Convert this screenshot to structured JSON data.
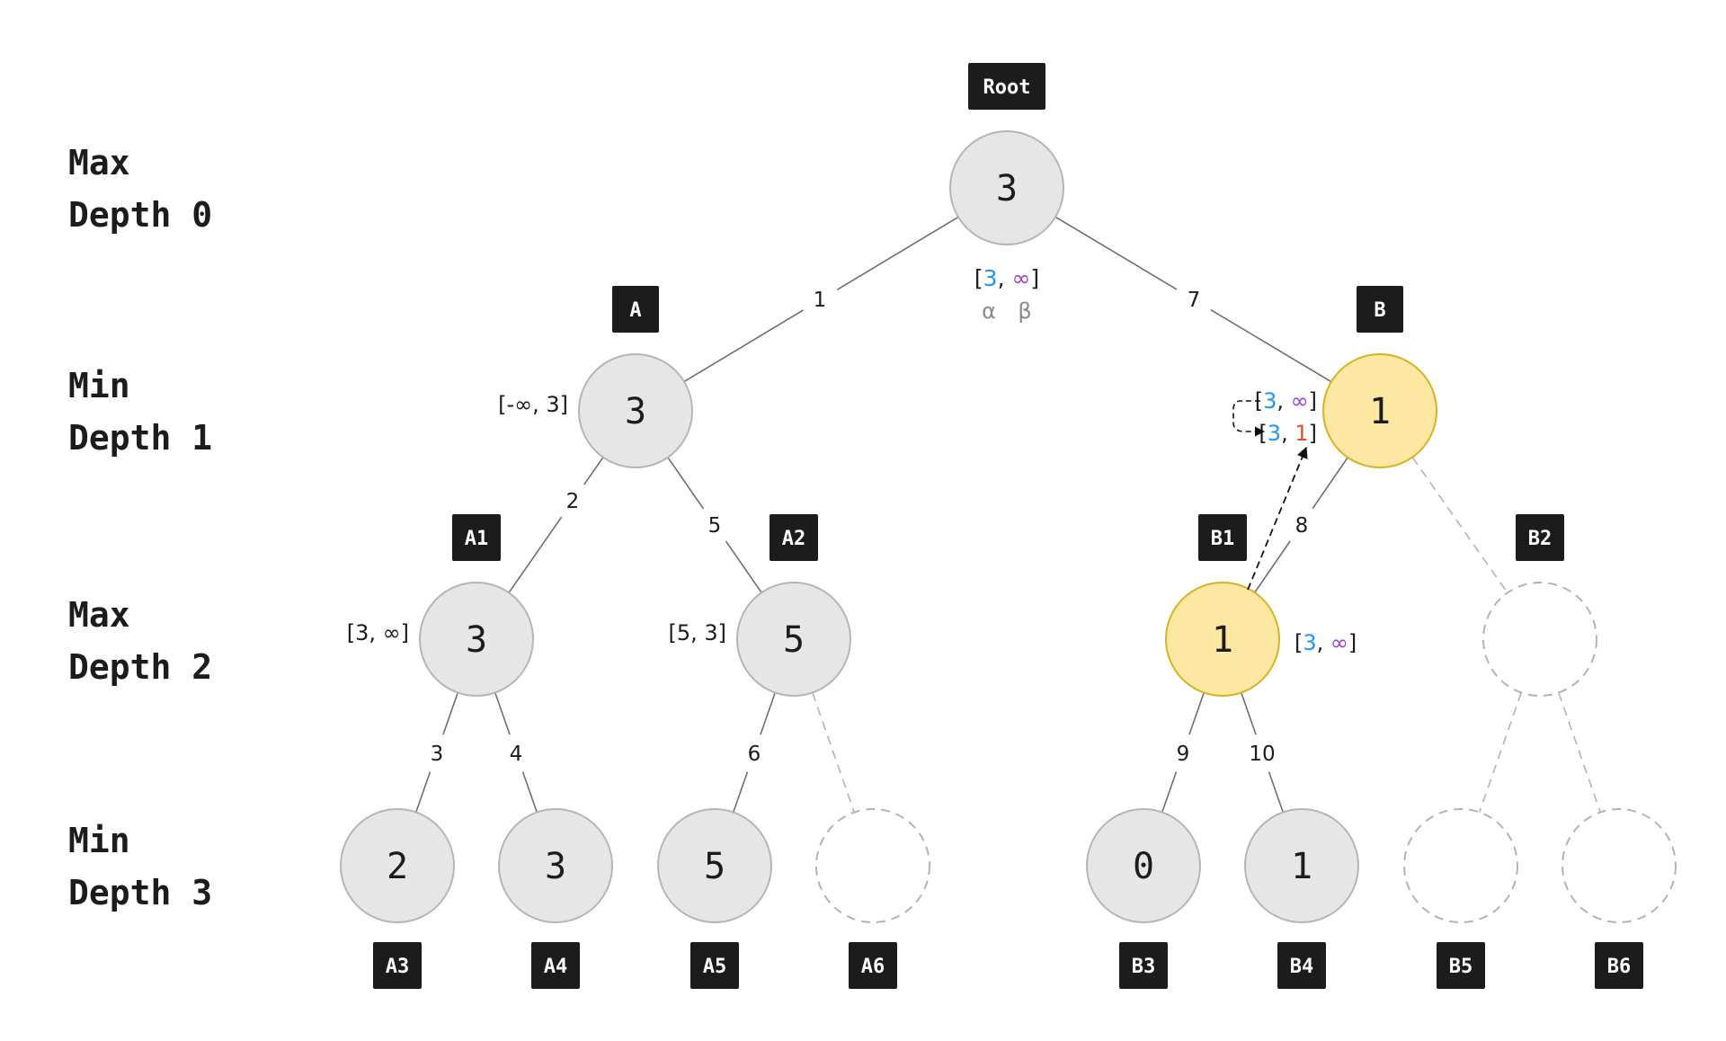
{
  "levels": [
    {
      "role": "Max",
      "depth": "Depth 0"
    },
    {
      "role": "Min",
      "depth": "Depth 1"
    },
    {
      "role": "Max",
      "depth": "Depth 2"
    },
    {
      "role": "Min",
      "depth": "Depth 3"
    }
  ],
  "colors": {
    "node_fill": "#e6e6e6",
    "node_stroke": "#b5b5b5",
    "active_fill": "#fde8a3",
    "active_stroke": "#d8b21f",
    "pruned_stroke": "#b3b3b3",
    "tag_bg": "#1c1c1c",
    "tag_text": "#ffffff",
    "edge": "#6e6e6e",
    "alpha": "#2196f3",
    "beta": "#9b3ddb",
    "beta_updated": "#e1502a",
    "text": "#1c1c1c",
    "greek": "#8a8a8a"
  },
  "nodes": [
    {
      "id": "Root",
      "tag": "Root",
      "value": "3",
      "state": "normal",
      "bound": ""
    },
    {
      "id": "A",
      "tag": "A",
      "value": "3",
      "state": "normal",
      "bound": "[-∞, 3]"
    },
    {
      "id": "B",
      "tag": "B",
      "value": "1",
      "state": "active",
      "bound": ""
    },
    {
      "id": "A1",
      "tag": "A1",
      "value": "3",
      "state": "normal",
      "bound": "[3, ∞]"
    },
    {
      "id": "A2",
      "tag": "A2",
      "value": "5",
      "state": "normal",
      "bound": "[5, 3]"
    },
    {
      "id": "B1",
      "tag": "B1",
      "value": "1",
      "state": "active",
      "bound": ""
    },
    {
      "id": "B2",
      "tag": "B2",
      "value": "",
      "state": "pruned",
      "bound": ""
    },
    {
      "id": "A3",
      "tag": "A3",
      "value": "2",
      "state": "normal",
      "bound": ""
    },
    {
      "id": "A4",
      "tag": "A4",
      "value": "3",
      "state": "normal",
      "bound": ""
    },
    {
      "id": "A5",
      "tag": "A5",
      "value": "5",
      "state": "normal",
      "bound": ""
    },
    {
      "id": "A6",
      "tag": "A6",
      "value": "",
      "state": "pruned",
      "bound": ""
    },
    {
      "id": "B3",
      "tag": "B3",
      "value": "0",
      "state": "normal",
      "bound": ""
    },
    {
      "id": "B4",
      "tag": "B4",
      "value": "1",
      "state": "normal",
      "bound": ""
    },
    {
      "id": "B5",
      "tag": "B5",
      "value": "",
      "state": "pruned",
      "bound": ""
    },
    {
      "id": "B6",
      "tag": "B6",
      "value": "",
      "state": "pruned",
      "bound": ""
    }
  ],
  "edges": [
    {
      "from": "Root",
      "to": "A",
      "label": "1",
      "style": "solid"
    },
    {
      "from": "Root",
      "to": "B",
      "label": "7",
      "style": "solid"
    },
    {
      "from": "A",
      "to": "A1",
      "label": "2",
      "style": "solid"
    },
    {
      "from": "A",
      "to": "A2",
      "label": "5",
      "style": "solid"
    },
    {
      "from": "B",
      "to": "B1",
      "label": "8",
      "style": "solid"
    },
    {
      "from": "B",
      "to": "B2",
      "label": "",
      "style": "dashed"
    },
    {
      "from": "A1",
      "to": "A3",
      "label": "3",
      "style": "solid"
    },
    {
      "from": "A1",
      "to": "A4",
      "label": "4",
      "style": "solid"
    },
    {
      "from": "A2",
      "to": "A5",
      "label": "6",
      "style": "solid"
    },
    {
      "from": "A2",
      "to": "A6",
      "label": "",
      "style": "dashed"
    },
    {
      "from": "B1",
      "to": "B3",
      "label": "9",
      "style": "solid"
    },
    {
      "from": "B1",
      "to": "B4",
      "label": "10",
      "style": "solid"
    },
    {
      "from": "B2",
      "to": "B5",
      "label": "",
      "style": "dashed"
    },
    {
      "from": "B2",
      "to": "B6",
      "label": "",
      "style": "dashed"
    }
  ],
  "root_bound": {
    "alpha": "3",
    "beta": "∞",
    "alpha_symbol": "α",
    "beta_symbol": "β"
  },
  "b_bound_old": {
    "alpha": "3",
    "beta": "∞"
  },
  "b_bound_new": {
    "alpha": "3",
    "beta": "1"
  },
  "b1_bound": {
    "alpha": "3",
    "beta": "∞"
  },
  "punct": {
    "open": "[",
    "sep": ", ",
    "close": "]"
  }
}
